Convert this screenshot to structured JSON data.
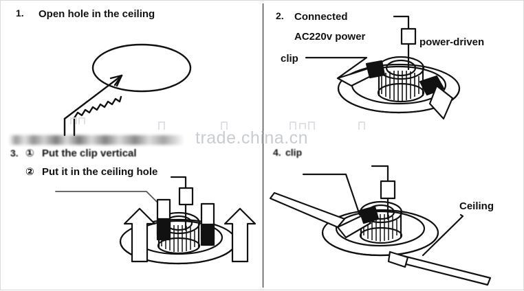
{
  "document": {
    "title": "Recessed LED downlight installation instructions",
    "type": "four-step line-drawing diagram",
    "background_color": "#ffffff",
    "line_color": "#111111",
    "panel_count": 4
  },
  "watermark": {
    "text": "trade.china.cn",
    "color": "#c9ccd1",
    "position": "center, overlapping the middle band"
  },
  "panels": [
    {
      "id": "step-1",
      "number": "1.",
      "heading": "Open hole in the ceiling",
      "position": "top-left",
      "illustration": "hole-saw cutting an elliptical hole in the ceiling"
    },
    {
      "id": "step-2",
      "number": "2.",
      "heading_lines": [
        "Connected",
        "AC220v  power"
      ],
      "position": "top-right",
      "labels": [
        {
          "name": "clip-label",
          "text": "clip"
        },
        {
          "name": "power-driven-label",
          "text": "power-driven"
        }
      ],
      "illustration": "downlight with driver box, clips folded outward"
    },
    {
      "id": "step-3",
      "number": "3.",
      "sub_items": [
        {
          "marker": "①",
          "text": "Put the clip vertical"
        },
        {
          "marker": "②",
          "text": "Put it in the ceiling hole"
        }
      ],
      "position": "bottom-left",
      "illustration": "downlight with clips upright, two up arrows pushing the fixture into the hole"
    },
    {
      "id": "step-4",
      "number": "4.",
      "heading": "clip",
      "position": "bottom-right",
      "labels": [
        {
          "name": "ceiling-label",
          "text": "Ceiling"
        }
      ],
      "illustration": "installed downlight clipped against the ceiling panel"
    }
  ]
}
